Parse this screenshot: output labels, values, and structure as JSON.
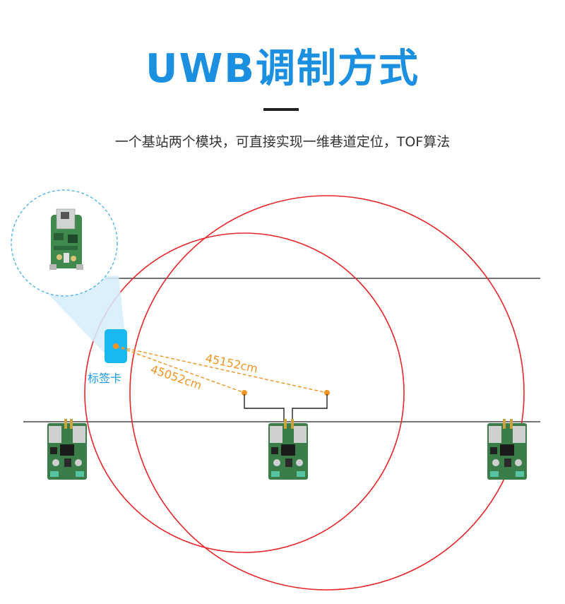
{
  "title": "UWB调制方式",
  "subtitle": "一个基站两个模块，可直接实现一维巷道定位，TOF算法",
  "tag": {
    "label": "标签卡"
  },
  "distances": {
    "d1": "45152cm",
    "d2": "45052cm"
  },
  "colors": {
    "title": "#1b8fe0",
    "range_circle": "#e8262a",
    "distance_line": "#f29422",
    "tag": "#1ab8f0"
  }
}
